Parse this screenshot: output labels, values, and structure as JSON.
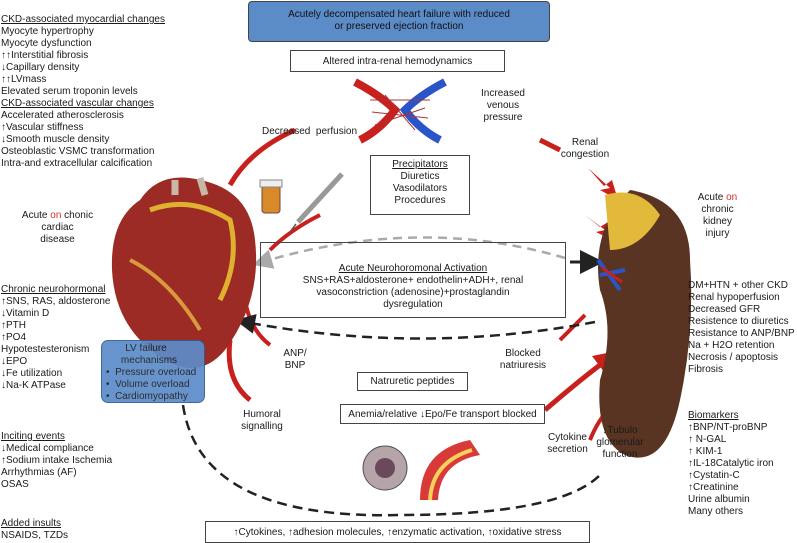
{
  "title_box": {
    "line1": "Acutely decompensated heart failure with reduced",
    "line2": "or preserved ejection fraction",
    "fill": "#5b8cc8"
  },
  "hemodynamics_box": "Altered intra-renal hemodynamics",
  "labels": {
    "decreased_perfusion": "Decreased  perfusion",
    "increased_venous_pressure": [
      "Increased",
      "venous",
      "pressure"
    ],
    "renal_congestion": [
      "Renal",
      "congestion"
    ],
    "acute_cardiac": {
      "pre": "Acute ",
      "on": "on",
      "post": " chonic",
      "line2": "cardiac",
      "line3": "disease"
    },
    "acute_kidney": {
      "pre": "Acute ",
      "on": "on",
      "line2": "chronic",
      "line3": "kidney",
      "line4": "injury"
    },
    "anp_bnp": [
      "ANP/",
      "BNP"
    ],
    "blocked_natriuresis": [
      "Blocked",
      "natriuresis"
    ],
    "humoral_signalling": [
      "Humoral",
      "signalling"
    ],
    "cytokine_secretion": [
      "Cytokine",
      "secretion"
    ],
    "tubulo_glomerular": [
      "↓Tubulo",
      "glomerular",
      "function"
    ]
  },
  "precipitators": {
    "title": "Precipitators",
    "items": [
      "Diuretics",
      "Vasodilators",
      "Procedures"
    ]
  },
  "neurohormonal_box": {
    "title": "Acute Neurohoromonal Activation",
    "lines": [
      "SNS+RAS+aldosterone+ endothelin+ADH+, renal",
      "vasoconstriction (adenosine)+prostaglandin",
      "dysregulation"
    ]
  },
  "natriuretic_box": "Natruretic peptides",
  "anemia_box": "Anemia/relative ↓Epo/Fe transport blocked",
  "bottom_box": "↑Cytokines, ↑adhesion molecules, ↑enzymatic activation, ↑oxidative stress",
  "lv_failure": {
    "title_line1": "LV failure",
    "title_line2": "mechanisms",
    "items": [
      "Pressure overload",
      "Volume overload",
      "Cardiomyopathy"
    ],
    "fill": "#5b8cc8"
  },
  "left_top": {
    "heading1": "CKD-associated myocardial changes",
    "items1": [
      "Myocyte hypertrophy",
      "Myocyte dysfunction",
      "↑↑Interstitial fibrosis",
      "↓Capillary density",
      "↑↑LVmass",
      "Elevated serum troponin levels"
    ],
    "heading2": "CKD-associated vascular changes",
    "items2": [
      "Accelerated atherosclerosis",
      "↑Vascular stiffness",
      "↓Smooth muscle density",
      "Osteoblastic VSMC transformation",
      "Intra-and extracellular calcification"
    ]
  },
  "chronic_neurohormonal": {
    "heading": "Chronic neurohormonal",
    "items": [
      "↑SNS, RAS, aldosterone",
      "↓Vitamin D",
      "↑PTH",
      "↑PO4",
      "Hypotestesteronism",
      "↓EPO",
      "↓Fe utilization",
      "↓Na-K ATPase"
    ]
  },
  "inciting_events": {
    "heading": "Inciting events",
    "items": [
      "↓Medical compliance",
      "↑Sodium intake Ischemia",
      "Arrhythmias (AF)",
      "OSAS"
    ]
  },
  "added_insults": {
    "heading": "Added insults",
    "items": [
      "NSAIDS, TZDs"
    ]
  },
  "renal_factors": {
    "items": [
      "DM+HTN + other CKD",
      "Renal hypoperfusion",
      "Decreased GFR",
      "Resistence to diuretics",
      "Resistance to ANP/BNP",
      "Na + H2O retention",
      "Necrosis / apoptosis",
      "Fibrosis"
    ]
  },
  "biomarkers": {
    "heading": "Biomarkers",
    "items": [
      "↑BNP/NT-proBNP",
      "↑ N-GAL",
      "↑ KIM-1",
      "↑IL-18Catalytic iron",
      "↑Cystatin-C",
      "↑Creatinine",
      "Urine albumin",
      "Many others"
    ]
  },
  "colors": {
    "arrow_red": "#c8201c",
    "accent_red": "#d0302a",
    "box_blue": "#5b8cc8"
  }
}
